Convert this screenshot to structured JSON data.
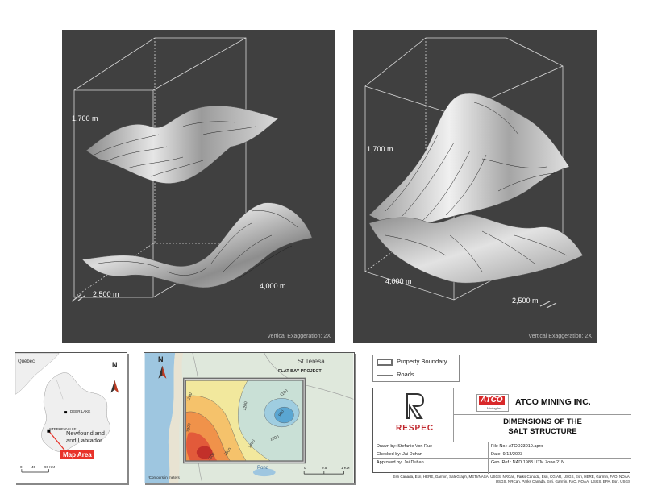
{
  "views": {
    "left": {
      "depth_top": "1,700 m",
      "dim_a": "2,500 m",
      "dim_b": "4,000 m",
      "exaggeration": "Vertical Exaggeration: 2X"
    },
    "right": {
      "depth_top": "1,700 m",
      "dim_a": "4,000 m",
      "dim_b": "2,500 m",
      "exaggeration": "Vertical Exaggeration: 2X"
    }
  },
  "inset_regional": {
    "north": "N",
    "province_label": "Québec",
    "place_1": "DEER LAKE",
    "place_2": "STEPHENVILLE",
    "region_label_1": "Newfoundland",
    "region_label_2": "and Labrador",
    "callout": "Map Area",
    "scale_ticks": [
      "0",
      "45",
      "90 KM"
    ]
  },
  "inset_site": {
    "north": "N",
    "place": "St Teresa",
    "project": "FLAT BAY PROJECT",
    "contour_labels": [
      "1200",
      "1100",
      "1300",
      "1200",
      "900",
      "1000",
      "1400",
      "1500",
      "1600"
    ],
    "water_label": "Pond",
    "note": "*Contours in meters",
    "scale_ticks": [
      "0",
      "0.5",
      "1 KM"
    ]
  },
  "legend": {
    "boundary": "Property Boundary",
    "roads": "Roads"
  },
  "title_block": {
    "consultant": "RESPEC",
    "client_logo": "ATCO",
    "client_logo_sub": "Mining Inc.",
    "client_name": "ATCO MINING INC.",
    "title_line_1": "DIMENSIONS OF THE",
    "title_line_2": "SALT STRUCTURE",
    "drawn_by": "Drawn by: Stefanie Von Rue",
    "file_no": "File No.: ATCO23010.aprx",
    "checked_by": "Checked by: Jai Duhan",
    "date": "Date: 9/13/2023",
    "approved_by": "Approved by: Jai Duhan",
    "geo_ref": "Geo. Ref.: NAD 1983 UTM Zone 21N"
  },
  "credits": {
    "line_1": "Esri Canada, Esri, HERE, Garmin, SafeGraph, METI/NASA, USGS, NRCan, Parks Canada, Esri, CGIAR, USGS, Esri, HERE, Garmin, FAO, NOAA,",
    "line_2": "USGS, NRCan, Parks Canada, Esri, Garmin, FAO, NOAA, USGS, EPA, Esri, USGS"
  },
  "colors": {
    "panel_bg": "#404040",
    "surface": "#cfcfcf",
    "red_callout": "#e8322a",
    "respec_red": "#c0262c",
    "atco_red": "#d8282a"
  }
}
